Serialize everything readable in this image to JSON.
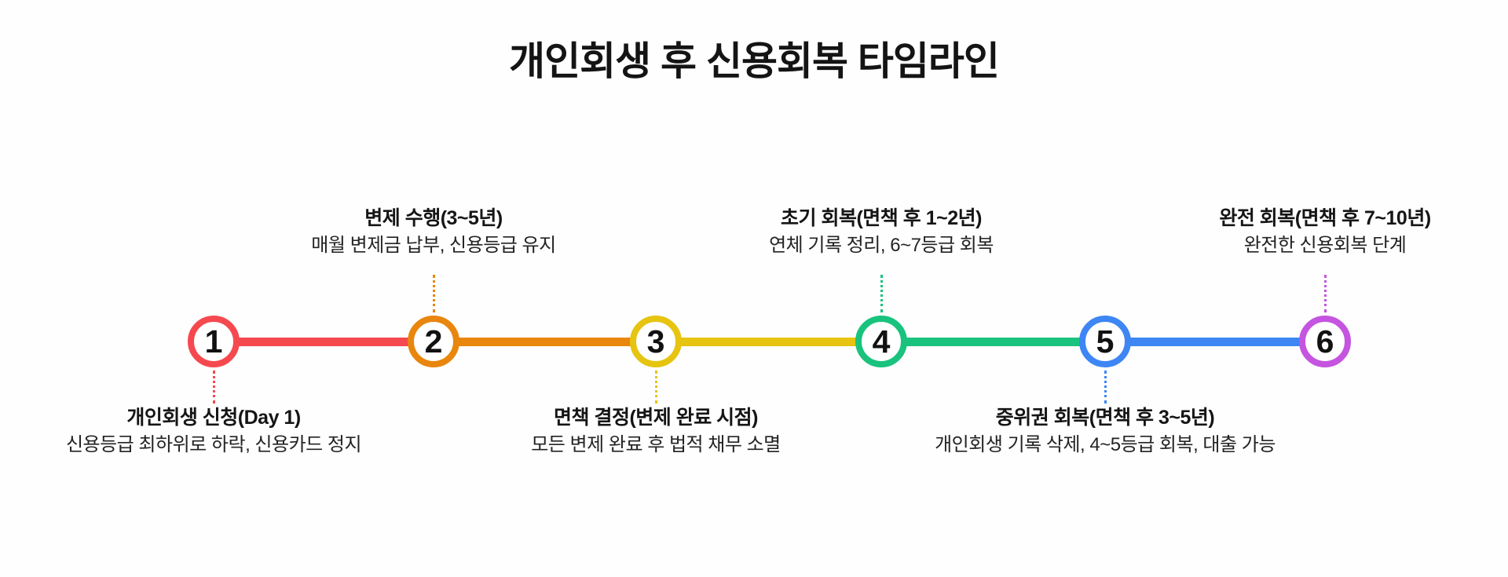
{
  "page": {
    "title": "개인회생 후 신용회복 타임라인",
    "background_color": "#fefefe",
    "text_color": "#141414"
  },
  "timeline": {
    "milestones": [
      {
        "number": "1",
        "title": "개인회생 신청(Day 1)",
        "subtitle": "신용등급 최하위로 하락, 신용카드 정지",
        "color": "#F5494F",
        "label_position": "below"
      },
      {
        "number": "2",
        "title": "변제 수행(3~5년)",
        "subtitle": "매월 변제금 납부, 신용등급 유지",
        "color": "#E8860D",
        "label_position": "above"
      },
      {
        "number": "3",
        "title": "면책 결정(변제 완료 시점)",
        "subtitle": "모든 변제 완료 후 법적 채무 소멸",
        "color": "#E6C410",
        "label_position": "below"
      },
      {
        "number": "4",
        "title": "초기 회복(면책 후 1~2년)",
        "subtitle": "연체 기록 정리, 6~7등급 회복",
        "color": "#19C37D",
        "label_position": "above"
      },
      {
        "number": "5",
        "title": "중위권 회복(면책 후 3~5년)",
        "subtitle": "개인회생 기록 삭제, 4~5등급 회복, 대출 가능",
        "color": "#3D86F4",
        "label_position": "below"
      },
      {
        "number": "6",
        "title": "완전 회복(면책 후 7~10년)",
        "subtitle": "완전한 신용회복 단계",
        "color": "#C554E0",
        "label_position": "above"
      }
    ],
    "segments": [
      {
        "color": "#F5494F"
      },
      {
        "color": "#E8860D"
      },
      {
        "color": "#E6C410"
      },
      {
        "color": "#19C37D"
      },
      {
        "color": "#3D86F4"
      }
    ]
  }
}
